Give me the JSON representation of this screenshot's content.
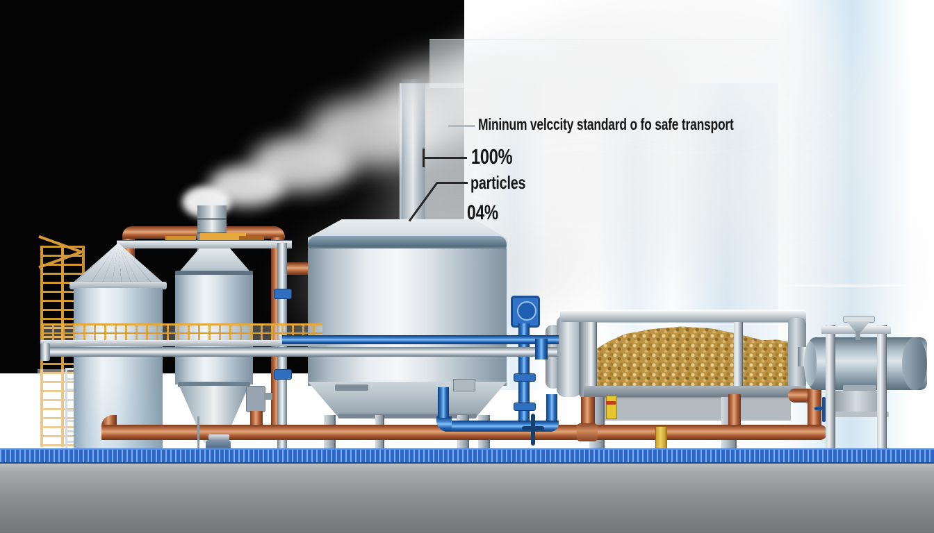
{
  "annotations": {
    "title": "Mininum velccity standard o fo safe transport",
    "label_100": "100%",
    "label_particles": "particles",
    "label_04": "04%"
  },
  "palette": {
    "background_black": "#000000",
    "pipe_orange": "#b65f35",
    "pipe_blue": "#2f6fc4",
    "pipe_silver": "#c2ccd3",
    "caution_yellow": "#d59a35",
    "grain_gold": "#bd9344",
    "water_blue": "#2a66c8",
    "floor_gray": "#8b8e90",
    "steel_light": "#e8edf1",
    "panel_tint": "#cfe3f0",
    "control_box_blue": "#2f72c8"
  }
}
